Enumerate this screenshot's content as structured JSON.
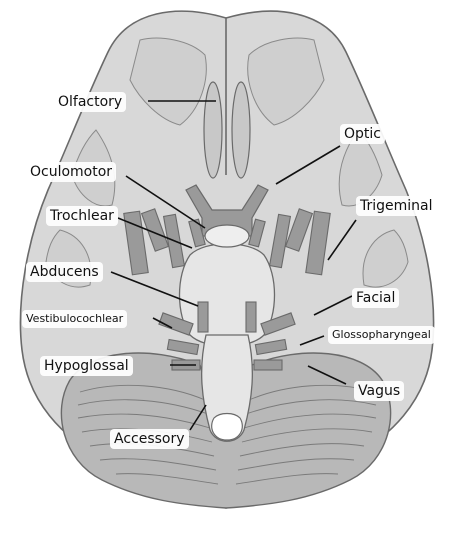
{
  "diagram": {
    "labels": {
      "olfactory": "Olfactory",
      "optic": "Optic",
      "oculomotor": "Oculomotor",
      "trochlear": "Trochlear",
      "trigeminal": "Trigeminal",
      "abducens": "Abducens",
      "facial": "Facial",
      "vestibulocochlear": "Vestibulocochlear",
      "glossopharyngeal": "Glossopharyngeal",
      "hypoglossal": "Hypoglossal",
      "vagus": "Vagus",
      "accessory": "Accessory"
    }
  },
  "colors": {
    "brain_fill": "#d8d8d8",
    "gyri_fill": "#cfcfcf",
    "outline": "#6a6a6a",
    "nerve_fill": "#9a9a9a",
    "cerebellum_fill": "#b8b8b8",
    "stem_fill": "#e6e6e6",
    "leader": "#111111"
  }
}
